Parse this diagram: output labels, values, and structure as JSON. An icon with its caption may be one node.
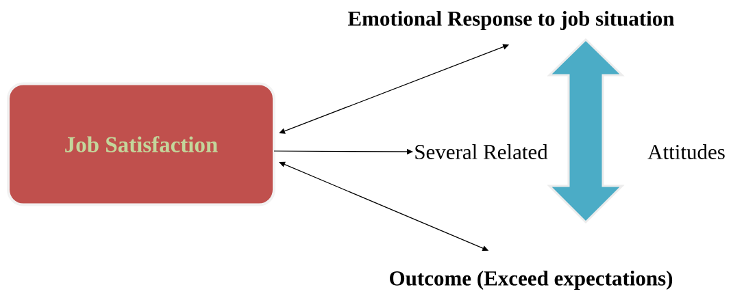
{
  "diagram": {
    "nodes": [
      {
        "text": [
          "Job Satisfaction"
        ]
      },
      {
        "text": [
          "Emotional Response to job situation"
        ]
      },
      {
        "text": [
          "Several Related"
        ]
      },
      {
        "text": [
          "Outcome (Exceed expectations)"
        ]
      }
    ],
    "edges": [
      {
        "from": 0,
        "to": 1,
        "arrow": "both"
      },
      {
        "from": 0,
        "to": 2,
        "arrow": "to"
      },
      {
        "from": 0,
        "to": 3,
        "arrow": "both"
      }
    ],
    "labels": [
      "Attitudes"
    ]
  }
}
